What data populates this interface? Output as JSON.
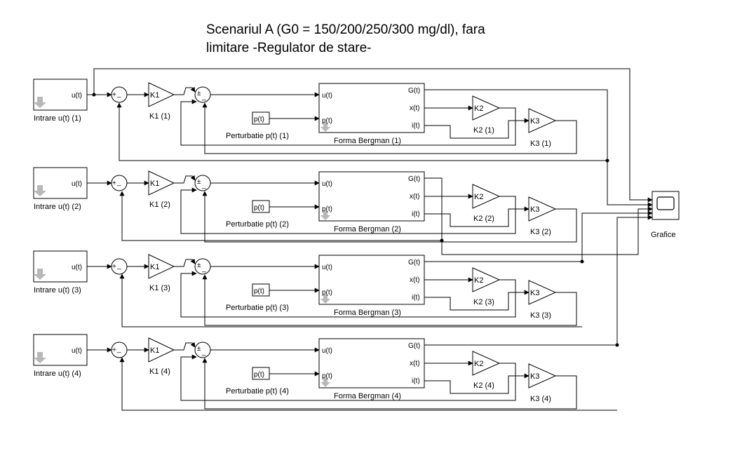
{
  "title": "Scenariul A (G0 = 150/200/250/300 mg/dl), fara\nlimitare -Regulator de stare-",
  "rows": [
    {
      "input_label": "Intrare u(t) (1)",
      "k1": "K1 (1)",
      "perturb": "Perturbatie p(t) (1)",
      "bergman": "Forma Bergman (1)",
      "k2": "K2 (1)",
      "k3": "K3 (1)"
    },
    {
      "input_label": "Intrare u(t) (2)",
      "k1": "K1 (2)",
      "perturb": "Perturbatie p(t) (2)",
      "bergman": "Forma Bergman (2)",
      "k2": "K2 (2)",
      "k3": "K3 (2)"
    },
    {
      "input_label": "Intrare u(t) (3)",
      "k1": "K1 (3)",
      "perturb": "Perturbatie p(t) (3)",
      "bergman": "Forma Bergman (3)",
      "k2": "K2 (3)",
      "k3": "K3 (3)"
    },
    {
      "input_label": "Intrare u(t) (4)",
      "k1": "K1 (4)",
      "perturb": "Perturbatie p(t) (4)",
      "bergman": "Forma Bergman (4)",
      "k2": "K2 (4)",
      "k3": "K3 (4)"
    }
  ],
  "ports": {
    "input_out": "u(t)",
    "perturb_out": "p(t)",
    "bergman_in_u": "u(t)",
    "bergman_in_p": "p(t)",
    "bergman_out_g": "G(t)",
    "bergman_out_x": "x(t)",
    "bergman_out_i": "i(t)"
  },
  "gains": {
    "k1": "K1",
    "k2": "K2",
    "k3": "K3"
  },
  "signs": {
    "plus": "+",
    "minus": "_",
    "plus_minus": "±"
  },
  "scope_label": "Grafice",
  "icons": [
    "down-arrow-icon",
    "scope-screen-icon"
  ]
}
